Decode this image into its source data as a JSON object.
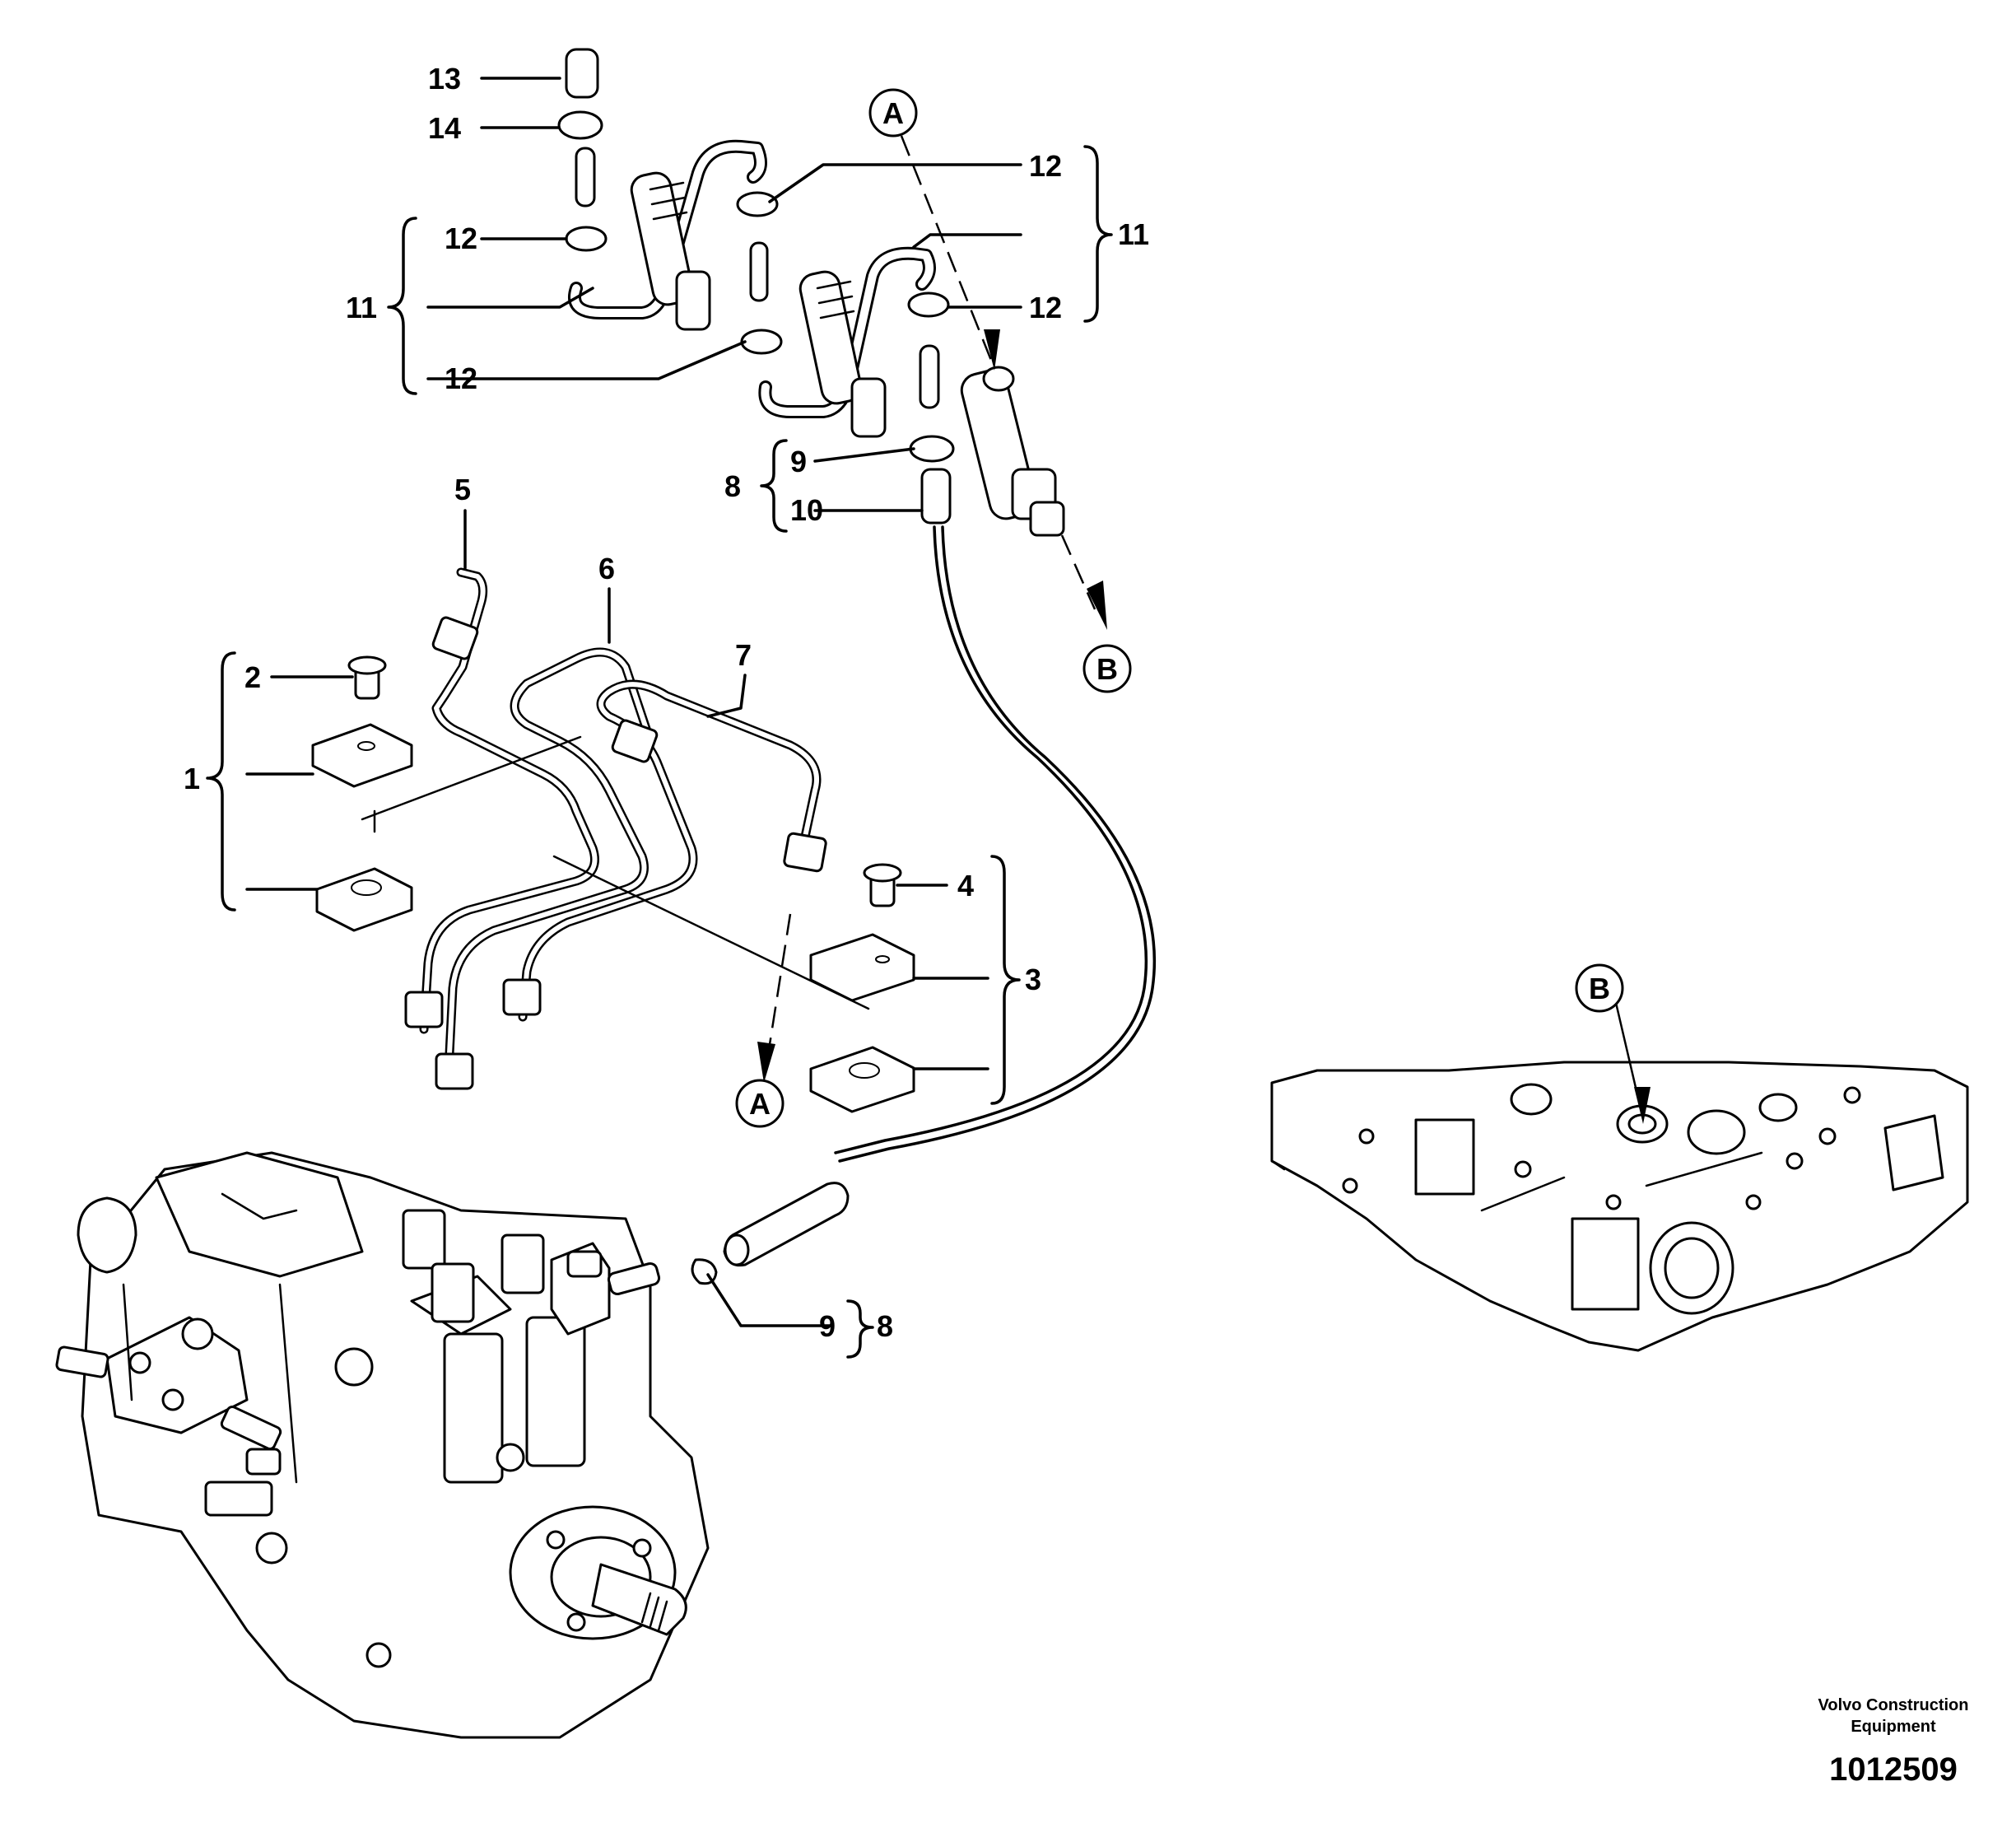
{
  "callouts": {
    "c1": "1",
    "c2": "2",
    "c3": "3",
    "c4": "4",
    "c5": "5",
    "c6": "6",
    "c7": "7",
    "c8_top": "8",
    "c8_bottom": "8",
    "c9_top": "9",
    "c9_bottom": "9",
    "c10": "10",
    "c11_left": "11",
    "c11_right": "11",
    "c12_a": "12",
    "c12_b": "12",
    "c12_c": "12",
    "c12_d": "12",
    "c13": "13",
    "c14": "14"
  },
  "references": {
    "a_top": "A",
    "a_bottom": "A",
    "b_top": "B",
    "b_inset": "B"
  },
  "footer": {
    "company_line1": "Volvo Construction",
    "company_line2": "Equipment",
    "drawing_number": "1012509"
  }
}
